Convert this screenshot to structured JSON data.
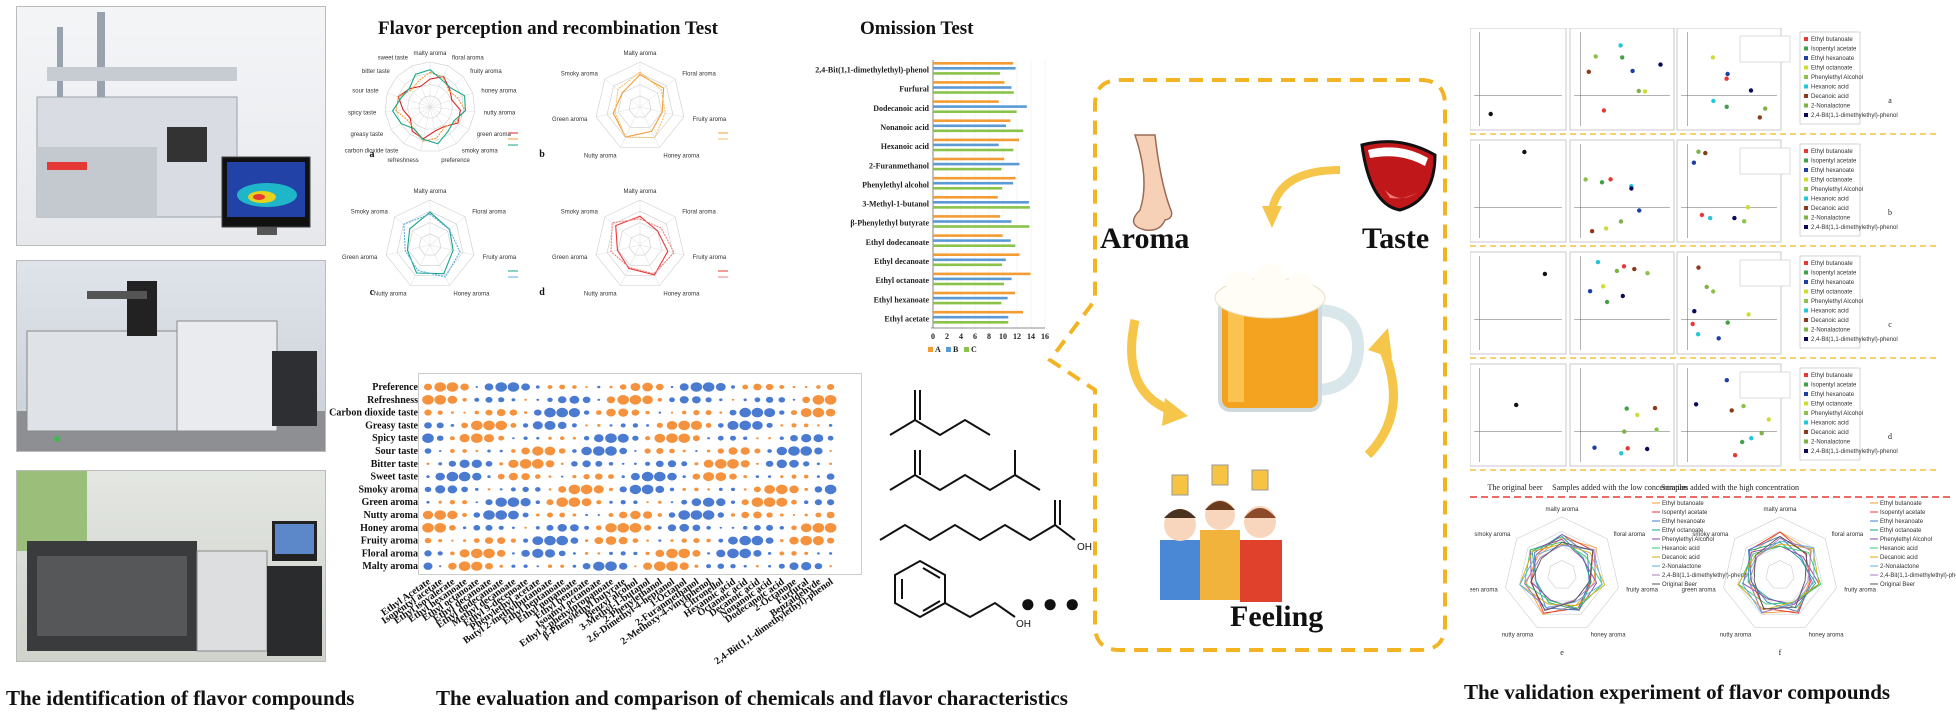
{
  "captions": {
    "left": "The identification of flavor compounds",
    "middle": "The evaluation and comparison of chemicals and flavor characteristics",
    "right": "The validation experiment of flavor compounds"
  },
  "titles": {
    "flavor": "Flavor perception and recombination Test",
    "omission": "Omission Test"
  },
  "panel_letters": [
    "a",
    "b",
    "c",
    "d"
  ],
  "validation_letters": [
    "a",
    "b",
    "c",
    "d",
    "e",
    "f"
  ],
  "radar_axes_full": [
    "malty aroma",
    "floral aroma",
    "fruity aroma",
    "honey aroma",
    "nutty aroma",
    "green aroma",
    "smoky aroma"
  ],
  "radar_axes_cap": [
    "Malty aroma",
    "Floral aroma",
    "Fruity aroma",
    "Honey aroma",
    "Nutty aroma",
    "Green aroma",
    "Smoky aroma"
  ],
  "radar_axes_a": [
    "malty aroma",
    "floral aroma",
    "fruity aroma",
    "honey aroma",
    "nutty aroma",
    "green aroma",
    "smoky aroma",
    "preference",
    "refreshness",
    "carbon dioxide taste",
    "greasy taste",
    "spicy taste",
    "sour taste",
    "bitter taste",
    "sweet taste"
  ],
  "flow": {
    "aroma": "Aroma",
    "taste": "Taste",
    "feeling": "Feeling",
    "ellipsis": "● ● ●"
  },
  "chart_data": [
    {
      "type": "bar",
      "orientation": "horizontal",
      "title": "Omission Test",
      "categories": [
        "2,4-Bit(1,1-dimethylethyl)-phenol",
        "Furfural",
        "Dodecanoic acid",
        "Nonanoic acid",
        "Hexanoic acid",
        "2-Furanmethanol",
        "Phenylethyl alcohol",
        "3-Methyl-1-butanol",
        "β-Phenylethyl butyrate",
        "Ethyl dodecanoate",
        "Ethyl decanoate",
        "Ethyl octanoate",
        "Ethyl hexanoate",
        "Ethyl acetate"
      ],
      "xticks": [
        "0",
        "2",
        "4",
        "6",
        "8",
        "10",
        "12",
        "14",
        "16"
      ],
      "xlim": [
        0,
        16
      ],
      "legend": [
        "A",
        "B",
        "C"
      ],
      "colors": [
        "#f39c34",
        "#5b9bd5",
        "#8bc34a"
      ]
    },
    {
      "type": "heatmap",
      "rows": [
        "Preference",
        "Refreshness",
        "Carbon dioxide taste",
        "Greasy taste",
        "Spicy taste",
        "Sour taste",
        "Bitter taste",
        "Sweet taste",
        "Smoky aroma",
        "Green aroma",
        "Nutty aroma",
        "Honey aroma",
        "Fruity aroma",
        "Floral aroma",
        "Malty aroma"
      ],
      "columns": [
        "Ethyl Acetate",
        "Isopentyl acetate",
        "Ethyl isovalerate",
        "Ethyl hexanoate",
        "Ethyl octanoate",
        "Ethyl decanoate",
        "Ethyl dodecanoate",
        "Methyl decanoate",
        "Ethyl 9-decenoate",
        "Phenylethyl acetate",
        "Butyl 2-methylbutanoate",
        "Ethyl heptanoate",
        "Ethyl nonanoate",
        "Ethyl benzoate",
        "Isoamyl octanoate",
        "Ethyl 3-phenylpropanoate",
        "β-Phenylethyl butyrate",
        "Benzyl alcohol",
        "3-Methyl-1-butanol",
        "2-Phenylethanol",
        "2,6-Dimethyl-4-heptanol",
        "1-Octanol",
        "2-Furanmethanol",
        "2-Methoxy-4-vinylphenol",
        "Citronellol",
        "Hexanoic acid",
        "Octanoic acid",
        "Decanoic acid",
        "Nonanoic acid",
        "Dodecanoic acid",
        "2-Octanone",
        "Furfural",
        "Benzaldehyde",
        "2,4-Bit(1,1-dimethylethyl)-phenol"
      ],
      "colors": [
        "#4a7bd0",
        "#f5923e"
      ]
    }
  ],
  "validation": {
    "col_labels": [
      "The original beer",
      "Samples added with the low concentration",
      "Samples added with the high concentration"
    ],
    "legend_items": [
      "Ethyl butanoate",
      "Isopentyl acetate",
      "Ethyl hexanoate",
      "Ethyl octanoate",
      "Phenylethyl Alcohol",
      "Hexanoic acid",
      "Decanoic acid",
      "2-Nonalactone",
      "2,4-Bit(1,1-dimethylethyl)-phenol"
    ],
    "legend_colors": [
      "#e53935",
      "#43a047",
      "#1e3fa8",
      "#cddc39",
      "#8bc34a",
      "#26c6da",
      "#8d3a1a",
      "#7cb342",
      "#0a0a5a"
    ],
    "radar_legend": [
      "Ethyl butanoate",
      "Isopentyl acetate",
      "Ethyl hexanoate",
      "Ethyl octanoate",
      "Phenylethyl Alcohol",
      "Hexanoic acid",
      "Decanoic acid",
      "2-Nonalactone",
      "2,4-Bit(1,1-dimethylethyl)-phenol",
      "Original Beer"
    ]
  }
}
